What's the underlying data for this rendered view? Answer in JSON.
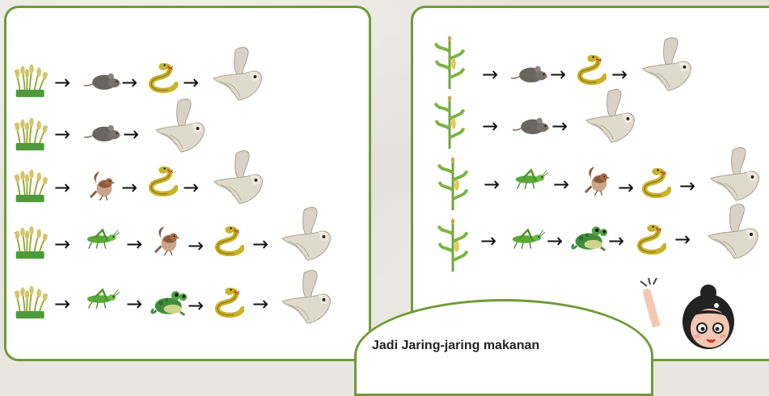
{
  "arrow_glyph": "→",
  "speech_bubble": {
    "text": "Jadi Jaring-jaring makanan"
  },
  "left_panel": {
    "chains": [
      [
        "rice-plant",
        "mouse",
        "snake",
        "owl"
      ],
      [
        "rice-plant",
        "mouse",
        "owl"
      ],
      [
        "rice-plant",
        "sparrow",
        "snake",
        "owl"
      ],
      [
        "rice-plant",
        "grasshopper",
        "sparrow",
        "snake",
        "owl"
      ],
      [
        "rice-plant",
        "grasshopper",
        "frog",
        "snake",
        "owl"
      ]
    ]
  },
  "right_panel": {
    "chains": [
      [
        "corn-plant",
        "mouse",
        "snake",
        "owl"
      ],
      [
        "corn-plant",
        "mouse",
        "owl"
      ],
      [
        "corn-plant",
        "grasshopper",
        "sparrow",
        "snake",
        "owl"
      ],
      [
        "corn-plant",
        "grasshopper",
        "frog",
        "snake",
        "owl"
      ]
    ]
  },
  "colors": {
    "panel_border": "#6f9a3a",
    "snake": "#c9b22a",
    "frog": "#3f8f3a",
    "grasshopper": "#5aa83a",
    "mouse": "#6b6560",
    "owl": "#d8d2c6"
  }
}
